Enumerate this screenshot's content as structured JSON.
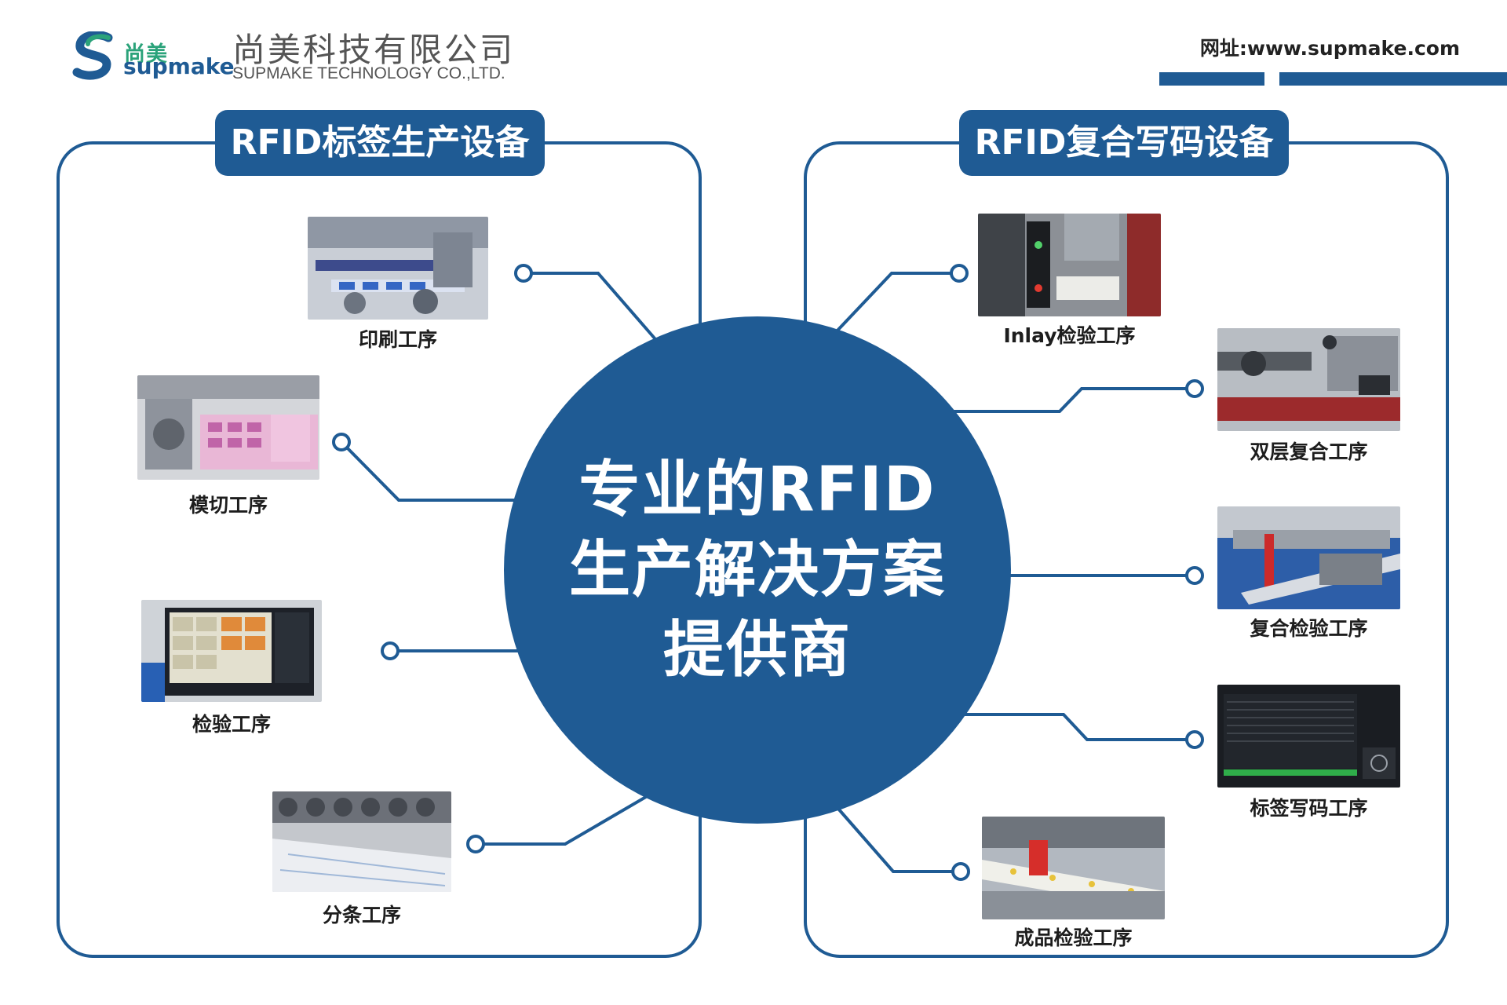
{
  "header": {
    "logo_cn": "尚美",
    "logo_en": "supmake",
    "company_cn": "尚美科技有限公司",
    "company_en": "SUPMAKE TECHNOLOGY CO.,LTD.",
    "website": "网址:www.supmake.com"
  },
  "left_panel": {
    "title": "RFID标签生产设备",
    "steps": [
      {
        "label": "印刷工序",
        "icon": "printing-photo"
      },
      {
        "label": "模切工序",
        "icon": "die-cutting-photo"
      },
      {
        "label": "检验工序",
        "icon": "inspection-monitor-photo"
      },
      {
        "label": "分条工序",
        "icon": "slitting-photo"
      }
    ]
  },
  "right_panel": {
    "title": "RFID复合写码设备",
    "steps": [
      {
        "label": "Inlay检验工序",
        "icon": "inlay-inspection-photo"
      },
      {
        "label": "双层复合工序",
        "icon": "double-layer-lamination-photo"
      },
      {
        "label": "复合检验工序",
        "icon": "composite-inspection-photo"
      },
      {
        "label": "标签写码工序",
        "icon": "tag-encoding-screen-photo"
      },
      {
        "label": "成品检验工序",
        "icon": "finished-product-inspection-photo"
      }
    ]
  },
  "center": {
    "line1": "专业的RFID",
    "line2": "生产解决方案",
    "line3": "提供商"
  },
  "colors": {
    "primary_blue": "#1f5b94",
    "logo_green": "#2ba37a",
    "text_dark": "#1d1d1d"
  }
}
